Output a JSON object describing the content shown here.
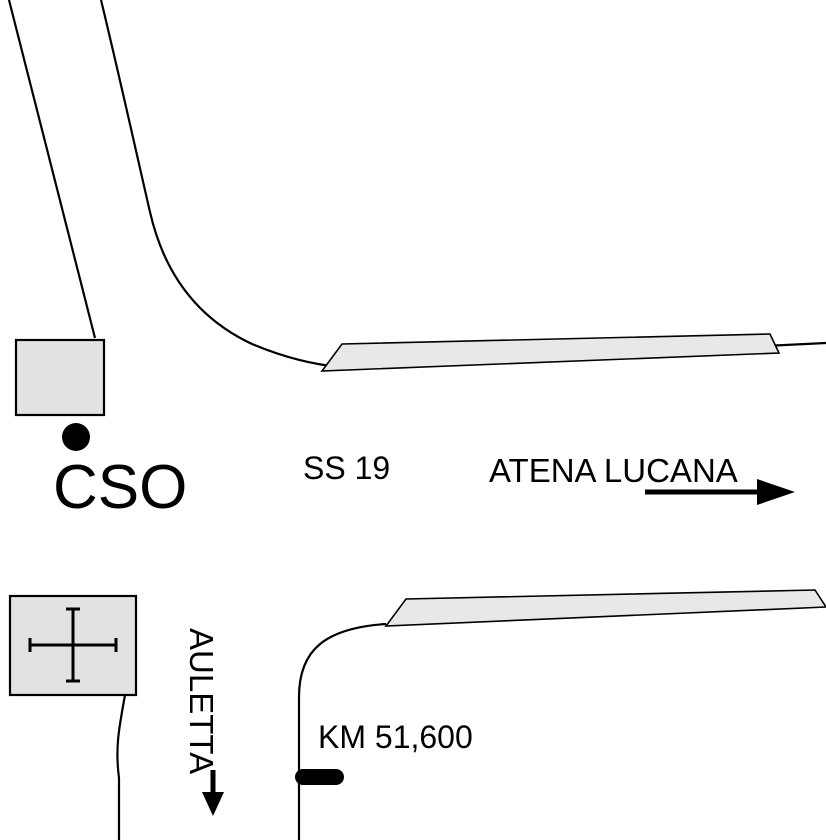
{
  "diagram": {
    "labels": {
      "cso": "CSO",
      "route": "SS 19",
      "destination_right": "ATENA LUCANA",
      "destination_down": "AULETTA",
      "km_marker": "KM 51,600"
    },
    "colors": {
      "road_fill": "#e8e8e6",
      "box_fill": "#e2e2e0",
      "line": "#000000",
      "background": "#ffffff"
    }
  }
}
